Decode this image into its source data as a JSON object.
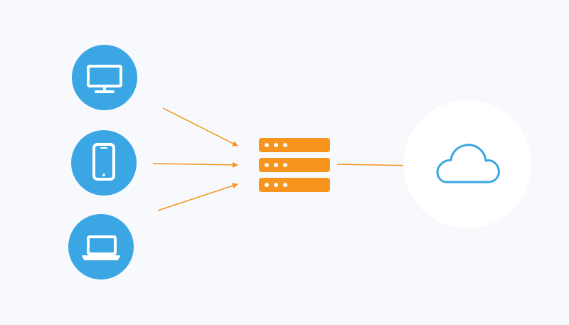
{
  "diagram": {
    "devices": [
      {
        "icon": "monitor-icon"
      },
      {
        "icon": "smartphone-icon"
      },
      {
        "icon": "laptop-icon"
      }
    ],
    "hub": {
      "icon": "server-rack-icon",
      "units": 3
    },
    "destination": {
      "icon": "cloud-icon"
    },
    "connections": [
      {
        "from": "monitor",
        "to": "server"
      },
      {
        "from": "smartphone",
        "to": "server"
      },
      {
        "from": "laptop",
        "to": "server"
      },
      {
        "from": "server",
        "to": "cloud"
      }
    ]
  },
  "colors": {
    "background": "#f7f9fd",
    "device_circle": "#3aa7e4",
    "device_glyph": "#ffffff",
    "server": "#f7941d",
    "server_dots": "#ffffff",
    "arrow": "#f7941d",
    "cloud_circle": "#ffffff",
    "cloud_stroke": "#3aa7e4"
  }
}
